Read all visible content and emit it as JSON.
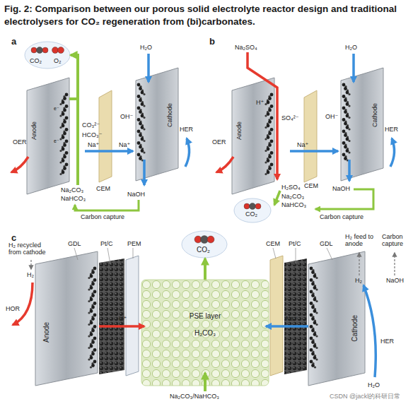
{
  "diagram": {
    "title": "Fig. 2: Comparison between our porous solid electrolyte reactor design and traditional electrolysers for CO₂ regeneration from (bi)carbonates.",
    "nodes": [
      {
        "text": [
          "CO₂",
          "O₂"
        ]
      },
      {
        "text": [
          "Anode"
        ]
      },
      {
        "text": [
          "Cathode"
        ]
      },
      {
        "text": [
          "Anode"
        ]
      },
      {
        "text": [
          "Cathode"
        ]
      },
      {
        "text": [
          "CO₂"
        ]
      },
      {
        "text": [
          "Anode"
        ]
      },
      {
        "text": [
          "CO₂"
        ]
      },
      {
        "text": [
          "PSE layer",
          "H₂CO₃"
        ]
      },
      {
        "text": [
          "Cathode"
        ]
      }
    ],
    "edges": [
      {
        "from": 1,
        "to": 0,
        "arrow": "to"
      },
      {
        "from": 8,
        "to": 7,
        "arrow": "to"
      }
    ],
    "labels": [
      "a",
      "H₂O",
      "OER",
      "e⁻",
      "e⁻",
      "CO₃²⁻",
      "HCO₃⁻",
      "Na⁺",
      "Na⁺",
      "OH⁻",
      "HER",
      "CEM",
      "Na₂CO₃",
      "NaHCO₃",
      "NaOH",
      "Carbon capture",
      "b",
      "Na₂SO₄",
      "H₂O",
      "OER",
      "H⁺",
      "SO₄²⁻",
      "Na⁺",
      "OH⁻",
      "HER",
      "CEM",
      "H₂SO₄",
      "Na₂CO₃",
      "NaHCO₃",
      "NaOH",
      "Carbon capture",
      "c",
      "H₂ recycled from cathode",
      "H₂",
      "HOR",
      "GDL",
      "Pt/C",
      "PEM",
      "H⁺",
      "Na⁺",
      "CEM",
      "Pt/C",
      "GDL",
      "H₂ feed to anode",
      "Carbon capture",
      "H₂",
      "NaOH",
      "HER",
      "H₂O",
      "Na₂CO₃/NaHCO₃",
      "CSDN @jackl的科研日常"
    ]
  }
}
